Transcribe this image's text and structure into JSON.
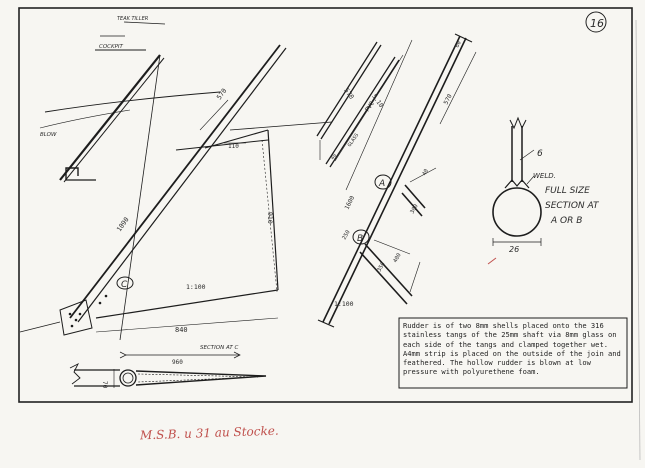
{
  "page_number": "16",
  "labels": {
    "teak_tiller": "TEAK TILLER",
    "cockpit": "COCKPIT",
    "blow": "BLOW",
    "dim_570_left": "570",
    "dim_110": "110",
    "dim_1090": "1090",
    "dim_910": "910",
    "scale_left": "1:100",
    "dim_840": "840",
    "marker_c": "C",
    "section_c_title": "SECTION AT C",
    "dim_960": "960",
    "dim_70": "70",
    "dim_570_strips": "570",
    "dim_510": "5.10",
    "pvc": "PVC",
    "glass": "GLASS",
    "dim_40": "40",
    "dim_60": "60",
    "dim_570_right": "570",
    "marker_a": "A",
    "marker_b": "B",
    "dim_1600": "1600",
    "dim_40b": "40",
    "dim_300": "300",
    "dim_400": "400",
    "dim_350": "350",
    "dim_250": "250",
    "scale_right": "1:100",
    "part_number": "6",
    "weld": "WELD.",
    "section_ab_line1": "FULL SIZE",
    "section_ab_line2": "SECTION AT",
    "section_ab_line3": "A OR B",
    "dim_26": "26"
  },
  "note_text": "Rudder is of two 8mm shells placed onto the 316 stainless tangs of the 25mm shaft via 8mm glass on each side of the tangs and clamped together wet. A4mm strip is placed on the outside of the join and feathered. The hollow rudder is blown at low pressure with polyurethene foam.",
  "footer_text": "M.S.B. u 31 au Stocke."
}
